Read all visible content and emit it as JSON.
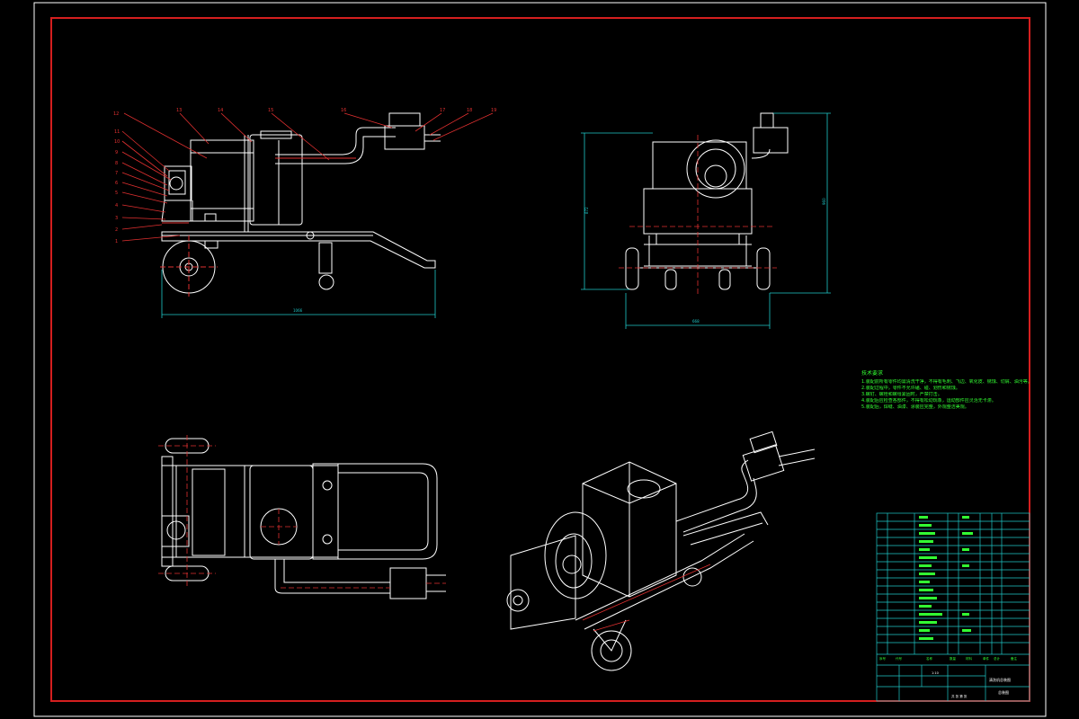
{
  "drawing": {
    "colors": {
      "background": "#000000",
      "border": "#d51f1f",
      "geometry": "#ffffff",
      "dimension": "#1fc8c8",
      "leader": "#e03030",
      "notes": "#33ff33"
    },
    "views": [
      "side-elevation",
      "end-elevation",
      "plan-view",
      "isometric-view"
    ],
    "balloons": {
      "left": [
        "12",
        "11",
        "10",
        "9",
        "8",
        "7",
        "6",
        "5",
        "4",
        "3",
        "2",
        "1"
      ],
      "top": [
        "13",
        "14",
        "15",
        "16",
        "17",
        "18",
        "19"
      ]
    },
    "dimensions": {
      "side_width": "1066",
      "end_width": "668",
      "end_height_left": "872",
      "end_height_right": "960"
    },
    "notes": {
      "title": "技术要求",
      "lines": [
        "1.装配前所有零件均需清洗干净，不得有毛刺、飞边、氧化皮、锈蚀、切屑、油污等。",
        "2.装配过程中，零件不允许磕、碰、划伤和锈蚀。",
        "3.螺钉、螺栓和螺母紧固时，严禁打击。",
        "4.装配后应检查各部件，不得有松动现象，运动部件应灵活无卡滞。",
        "5.装配后，焊缝、油漆、涂装应完整，外观整洁美观。"
      ]
    },
    "title_block": {
      "header": [
        "序号",
        "代号",
        "名称",
        "数量",
        "材料",
        "单件",
        "总计",
        "备注"
      ],
      "drawing_name": "清洗机总装图",
      "drawing_no": "总装图",
      "scale": "1:10",
      "sheet": "共 张 第 张"
    }
  }
}
